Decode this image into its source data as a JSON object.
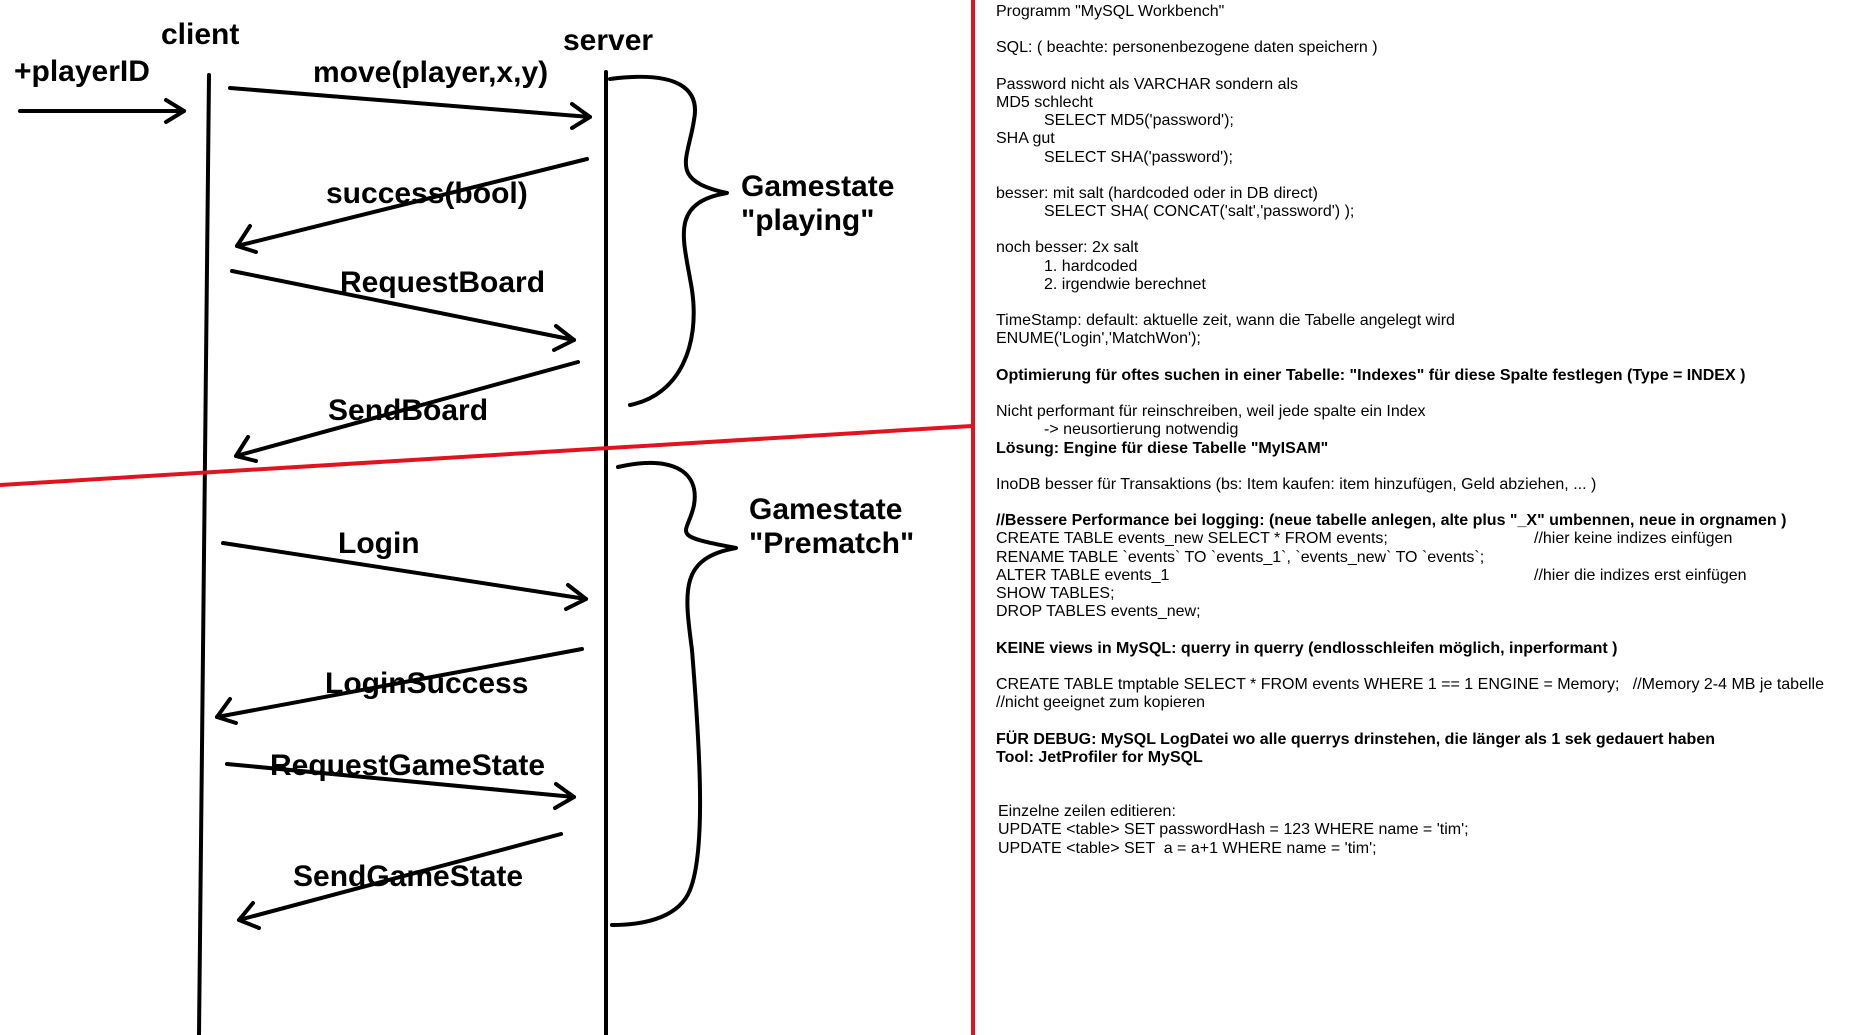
{
  "diagram": {
    "actors": {
      "client": "client",
      "server": "server"
    },
    "input_label": "+playerID",
    "messages": {
      "move": "move(player,x,y)",
      "success": "success(bool)",
      "request_board": "RequestBoard",
      "send_board": "SendBoard",
      "login": "Login",
      "login_success": "LoginSuccess",
      "request_game_state": "RequestGameState",
      "send_game_state": "SendGameState"
    },
    "states": {
      "playing_line1": "Gamestate",
      "playing_line2": "\"playing\"",
      "prematch_line1": "Gamestate",
      "prematch_line2": "\"Prematch\""
    },
    "colors": {
      "ink": "#000000",
      "divider": "#e0141e"
    }
  },
  "notes": {
    "lines": [
      "Programm \"MySQL Workbench\"",
      "",
      "SQL: ( beachte: personenbezogene daten speichern )",
      "",
      "Password nicht als VARCHAR sondern als",
      "MD5 schlecht",
      "SELECT MD5('password');",
      "SHA gut",
      "SELECT SHA('password');",
      "",
      "besser: mit salt (hardcoded oder in DB direct)",
      "SELECT SHA( CONCAT('salt','password') );",
      "",
      "noch besser: 2x salt",
      "1. hardcoded",
      "2. irgendwie berechnet",
      "",
      "TimeStamp: default: aktuelle zeit, wann die Tabelle angelegt wird",
      "ENUME('Login','MatchWon');",
      "",
      "Optimierung für oftes suchen in einer Tabelle: \"Indexes\" für diese Spalte festlegen (Type = INDEX )",
      "",
      "Nicht performant für reinschreiben, weil jede spalte ein Index",
      "-> neusortierung notwendig",
      "Lösung: Engine für diese Tabelle \"MyISAM\"",
      "",
      "InoDB besser für Transaktions (bs: Item kaufen: item hinzufügen, Geld abziehen, ... )",
      "",
      "//Bessere Performance bei logging: (neue tabelle anlegen, alte plus \"_X\" umbennen, neue in orgnamen )",
      "CREATE TABLE events_new SELECT * FROM events;",
      "RENAME TABLE `events` TO `events_1`, `events_new` TO `events`;",
      "ALTER TABLE events_1",
      "SHOW TABLES;",
      "DROP TABLES events_new;",
      "",
      "KEINE views in MySQL: querry in querry (endlosschleifen möglich, inperformant )",
      "",
      "CREATE TABLE tmptable SELECT * FROM events WHERE 1 == 1 ENGINE = Memory;   //Memory 2-4 MB je tabelle",
      "//nicht geeignet zum kopieren",
      "",
      "FÜR DEBUG: MySQL LogDatei wo alle querrys drinstehen, die länger als 1 sek gedauert haben",
      "Tool: JetProfiler for MySQL",
      "",
      "",
      "Einzelne zeilen editieren:",
      "UPDATE <table> SET passwordHash = 123 WHERE name = 'tim';",
      "UPDATE <table> SET  a = a+1 WHERE name = 'tim';"
    ],
    "comment_keine_indizes": "//hier keine indizes einfügen",
    "comment_indizes_erst": "//hier die indizes erst einfügen"
  }
}
